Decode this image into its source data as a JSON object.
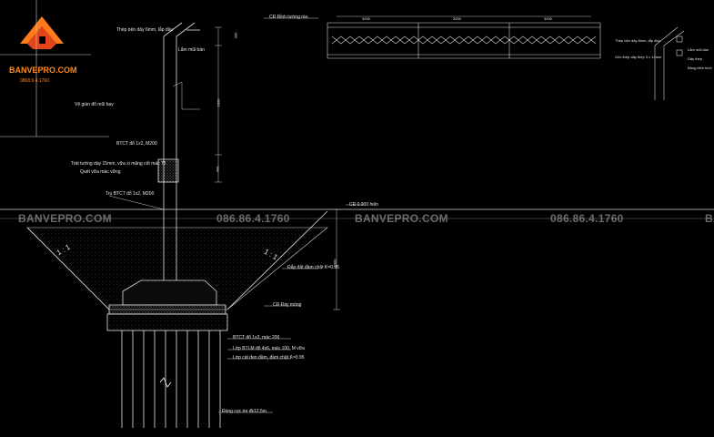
{
  "logo": {
    "brand": "BANVEPRO.COM",
    "phone": "0868.6.4.1760"
  },
  "watermarks": [
    "BANVEPRO.COM",
    "086.86.4.1760",
    "BANVEPRO.COM",
    "086.86.4.1760",
    "BANVE"
  ],
  "labels": {
    "title_left": "Vẽ giàn đổ mũi bay",
    "wire_top": "Thép bện dây 6mm, lắp đầu",
    "cap_label": "Lắm mũi bán",
    "concrete_col": "BTCT đổ 1x2, M200",
    "steel_note": "Trát tường dày 15mm, vữa xi măng cốt mác 75",
    "steel_note2": "Quét vữa mác vững",
    "column_base": "Trụ BTCT đổ 1x2, M200",
    "top_dim_note": "CĐ Đỉnh tường rào",
    "ground_level": "CĐ 0.000 hiện",
    "fill_note": "Đắp đất đầm chặt K=0.95",
    "foundation_level": "CĐ Đáy móng",
    "mat1": "BTCT đổ 1x2, mác 200",
    "mat2": "Lớp BTLM đổ 4x6, mác 100, M vữa",
    "mat3": "Lớp cát đen đầm, đầm chặt K=0.95",
    "pile_note": "Đóng cọc tre đk12,5m",
    "ratio_left": "1 : 1",
    "ratio_right": "1 : 1",
    "dim_top": "300",
    "dim_mid": "1000",
    "dim_low": "400",
    "dim_right": "1300",
    "right_wire_top": "Thép bện dây 6mm, lắp đầu",
    "right_wire_2": "Gốc thép dây thép 3 x 14mm",
    "right_label1": "Lắm mũi bán",
    "right_label2": "Dây thép",
    "right_label3": "Bảng kẽm kính",
    "right_dim1": "3000",
    "right_dim2": "3000",
    "right_dim3": "3000"
  }
}
